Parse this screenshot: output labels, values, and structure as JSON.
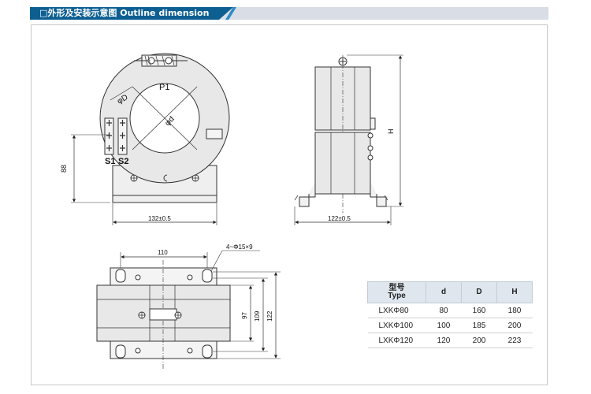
{
  "header": {
    "title": "□外形及安装示意图 Outline dimension"
  },
  "front_view": {
    "label_p1": "P1",
    "label_phi_D": "φD",
    "label_phi_d": "φd",
    "label_s1": "S1",
    "label_s2": "S2",
    "dim_height": "88",
    "dim_width": "132±0.5"
  },
  "side_view": {
    "dim_height": "H",
    "dim_width": "122±0.5"
  },
  "top_view": {
    "dim_holes": "4~Φ15×9",
    "dim_spacing": "110",
    "dim_97": "97",
    "dim_109": "109",
    "dim_122": "122"
  },
  "spec_table": {
    "headers": {
      "type_cn": "型号",
      "type_en": "Type",
      "d": "d",
      "D": "D",
      "H": "H"
    },
    "rows": [
      {
        "model": "LXKΦ80",
        "d": "80",
        "D": "160",
        "H": "180"
      },
      {
        "model": "LXKΦ100",
        "d": "100",
        "D": "185",
        "H": "200"
      },
      {
        "model": "LXKΦ120",
        "d": "120",
        "D": "200",
        "H": "223"
      }
    ]
  },
  "colors": {
    "header_blue": "#0d5f92",
    "header_accent": "#2e8bc4",
    "header_bar": "#d9dee6",
    "body_fill": "#e8e8e8",
    "line": "#333333"
  }
}
